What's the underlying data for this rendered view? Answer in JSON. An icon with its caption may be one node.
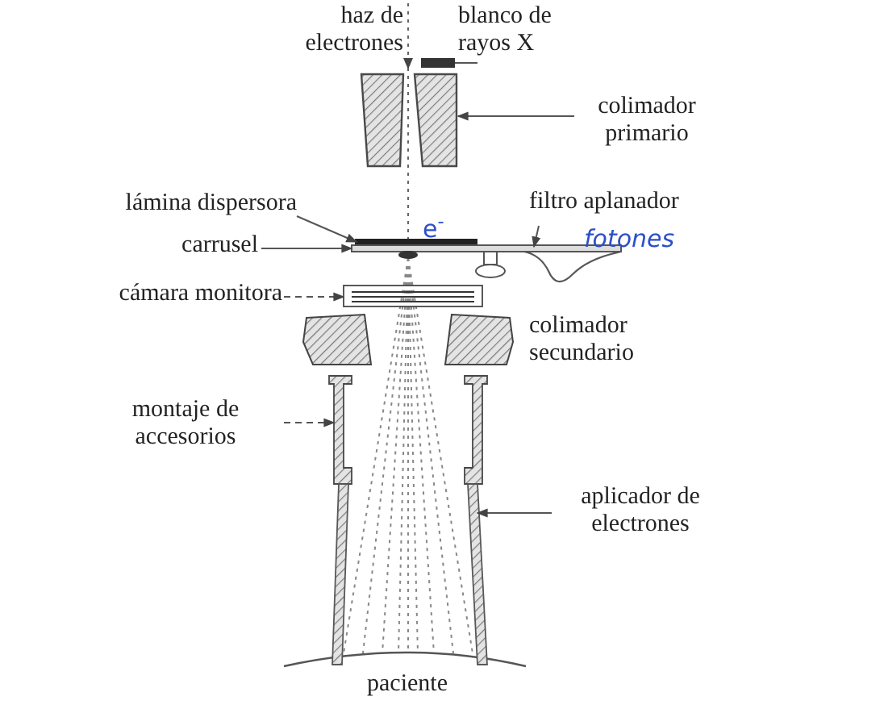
{
  "diagram": {
    "nodes": [
      {
        "text": [
          "blanco de rayos X"
        ]
      },
      {
        "text": [],
        "shape": "bar"
      },
      {
        "text": [
          "colimador primario"
        ]
      },
      {
        "text": [],
        "shape": "block"
      },
      {
        "text": [
          "lámina dispersora"
        ]
      },
      {
        "text": [],
        "shape": "bar"
      },
      {
        "text": [
          "carrusel"
        ]
      },
      {
        "text": [],
        "shape": "bar"
      },
      {
        "text": [
          "filtro aplanador"
        ]
      },
      {
        "text": [],
        "shape": "cone"
      },
      {
        "text": [
          "cámara monitora"
        ]
      },
      {
        "text": [],
        "shape": "box"
      },
      {
        "text": [
          "montaje de accesorios"
        ]
      },
      {
        "text": [],
        "shape": "box"
      },
      {
        "text": [
          "aplicador de electrones"
        ]
      },
      {
        "text": [],
        "shape": "box"
      }
    ],
    "edges": [
      {
        "from": 0,
        "to": 1,
        "arrow": "none"
      },
      {
        "from": 2,
        "to": 3,
        "arrow": "to"
      },
      {
        "from": 4,
        "to": 5,
        "arrow": "to"
      },
      {
        "from": 6,
        "to": 7,
        "arrow": "to"
      },
      {
        "from": 8,
        "to": 9,
        "arrow": "to"
      },
      {
        "from": 10,
        "to": 11,
        "arrow": "to",
        "style": "dashed"
      },
      {
        "from": 12,
        "to": 13,
        "arrow": "to",
        "style": "dashed"
      },
      {
        "from": 14,
        "to": 15,
        "arrow": "to"
      }
    ],
    "labels": [
      "haz de electrones",
      "e$^{-}$",
      "fotones",
      "colimador secundario",
      "paciente"
    ]
  }
}
